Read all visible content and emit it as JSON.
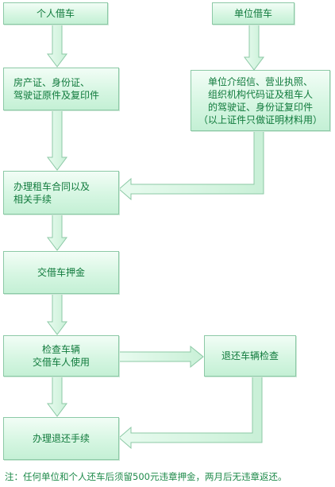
{
  "nodes": {
    "personal": "个人借车",
    "company": "单位借车",
    "personal_docs": [
      "房产证、身份证、",
      "驾驶证原件及复印件"
    ],
    "company_docs": [
      "单位介绍信、营业执照、",
      "组织机构代码证及租车人",
      "的驾驶证、身份证复印件",
      "（以上证件只做证明材料用）"
    ],
    "contract": [
      "办理租车合同以及",
      "相关手续"
    ],
    "deposit": "交借车押金",
    "inspect": [
      "检查车辆",
      "交借车人使用"
    ],
    "return_check": "退还车辆检查",
    "return_proc": "办理退还手续"
  },
  "note": "注：任何单位和个人还车后须留500元违章押金，两月后无违章返还。",
  "colors": {
    "arrow_fill": "#d7f5e2",
    "arrow_stroke": "#8cc9a6",
    "text": "#107a3c"
  }
}
